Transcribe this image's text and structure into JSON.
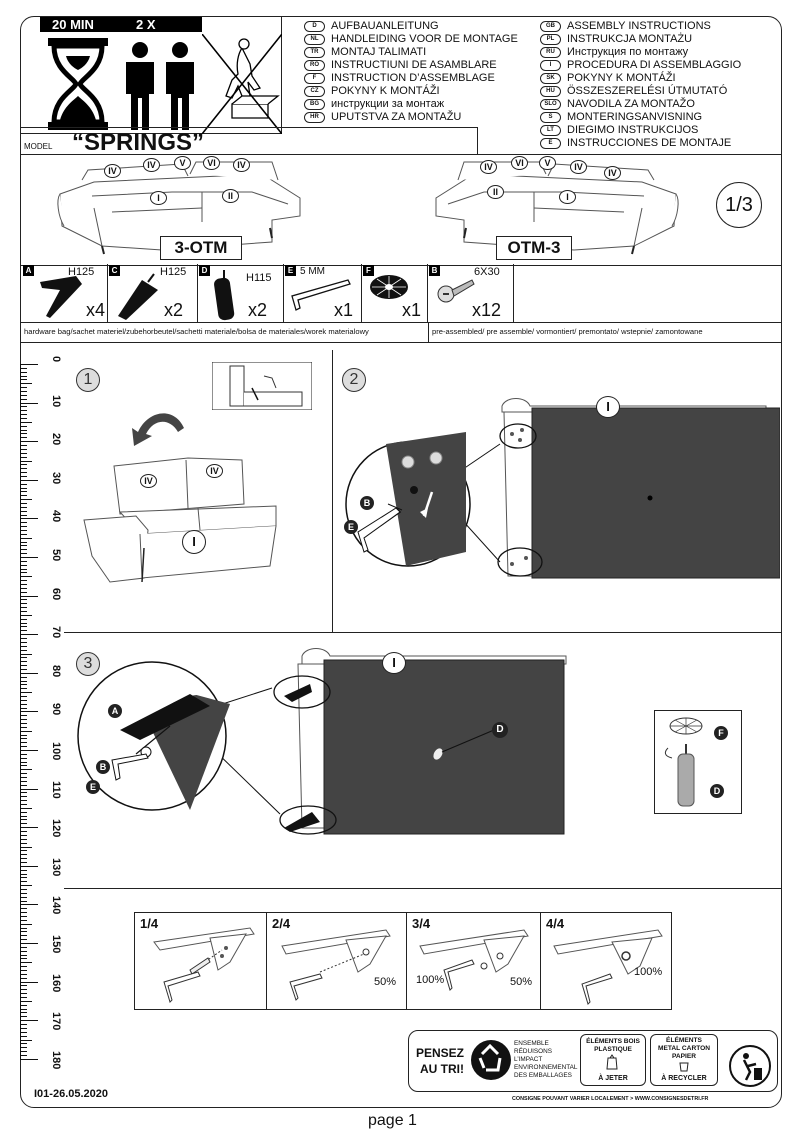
{
  "header": {
    "time": "20 MIN",
    "persons": "2 X",
    "model_label": "MODEL",
    "model_name": "“SPRINGS”"
  },
  "languages_left": [
    {
      "code": "D",
      "text": "AUFBAUANLEITUNG"
    },
    {
      "code": "NL",
      "text": "HANDLEIDING VOOR DE MONTAGE"
    },
    {
      "code": "TR",
      "text": "MONTAJ TALIMATI"
    },
    {
      "code": "RO",
      "text": "INSTRUCTIUNI DE ASAMBLARE"
    },
    {
      "code": "F",
      "text": "INSTRUCTION D’ASSEMBLAGE"
    },
    {
      "code": "CZ",
      "text": "POKYNY K MONTÁŽI"
    },
    {
      "code": "BG",
      "text": "инструкции за монтаж"
    },
    {
      "code": "HR",
      "text": "UPUTSTVA ZA MONTAŽU"
    }
  ],
  "languages_right": [
    {
      "code": "GB",
      "text": "ASSEMBLY INSTRUCTIONS"
    },
    {
      "code": "PL",
      "text": "INSTRUKCJA MONTAŻU"
    },
    {
      "code": "RU",
      "text": "Инструкция по монтажу"
    },
    {
      "code": "I",
      "text": "PROCEDURA DI ASSEMBLAGGIO"
    },
    {
      "code": "SK",
      "text": "POKYNY K MONTÁŽI"
    },
    {
      "code": "HU",
      "text": "ÖSSZESZERELÉSI ÚTMUTATÓ"
    },
    {
      "code": "SLO",
      "text": "NAVODILA ZA MONTAŽO"
    },
    {
      "code": "S",
      "text": "MONTERINGSANVISNING"
    },
    {
      "code": "LT",
      "text": "DIEGIMO INSTRUKCIJOS"
    },
    {
      "code": "E",
      "text": "INSTRUCCIONES DE MONTAJE"
    }
  ],
  "sofas": {
    "left_label": "3-OTM",
    "right_label": "OTM-3",
    "page_fraction": "1/3",
    "module_marks": [
      "IV",
      "V",
      "VI",
      "I",
      "II"
    ]
  },
  "hardware": [
    {
      "letter": "A",
      "size": "H125",
      "qty": "x4"
    },
    {
      "letter": "C",
      "size": "H125",
      "qty": "x2"
    },
    {
      "letter": "D",
      "size": "H115",
      "qty": "x2"
    },
    {
      "letter": "E",
      "size": "5 MM",
      "qty": "x1"
    },
    {
      "letter": "F",
      "size": "",
      "qty": "x1"
    },
    {
      "letter": "B",
      "size": "6X30",
      "qty": "x12"
    }
  ],
  "hardware_bag_text": "hardware bag/sachet materiel/zubehorbeutel/sachetti materiale/bolsa de materiales/worek materialowy",
  "preassembled_text": "pre-assembled/ pre assemble/ vormontiert/ premontato/ wstepnie/ zamontowane",
  "ruler": [
    "0",
    "10",
    "20",
    "30",
    "40",
    "50",
    "60",
    "70",
    "80",
    "90",
    "100",
    "110",
    "120",
    "130",
    "140",
    "150",
    "160",
    "170",
    "180"
  ],
  "steps": {
    "s1": "1",
    "s2": "2",
    "s3": "3",
    "s1_marks": [
      "IV",
      "IV",
      "I"
    ],
    "s2_mark": "I",
    "s3_mark": "I",
    "callouts": {
      "A": "A",
      "B": "B",
      "D": "D",
      "E": "E",
      "F": "F"
    }
  },
  "substeps": [
    {
      "label": "1/4",
      "pcts": []
    },
    {
      "label": "2/4",
      "pcts": [
        "50%"
      ]
    },
    {
      "label": "3/4",
      "pcts": [
        "100%",
        "50%"
      ]
    },
    {
      "label": "4/4",
      "pcts": [
        "100%"
      ]
    }
  ],
  "recycling": {
    "pensez": "PENSEZ",
    "au_tri": "AU TRI!",
    "ensemble": [
      "ENSEMBLE",
      "RÉDUISONS L’IMPACT",
      "ENVIRONNEMENTAL",
      "DES EMBALLAGES"
    ],
    "bois": [
      "ÉLÉMENTS BOIS",
      "PLASTIQUE"
    ],
    "a_jeter": "À JETER",
    "metal": [
      "ÉLÉMENTS",
      "METAL CARTON",
      "PAPIER"
    ],
    "a_recycler": "À RECYCLER",
    "consigne": "CONSIGNE POUVANT VARIER LOCALEMENT > WWW.CONSIGNESDETRI.FR"
  },
  "footer": {
    "code": "I01-26.05.2020",
    "page": "page 1"
  }
}
